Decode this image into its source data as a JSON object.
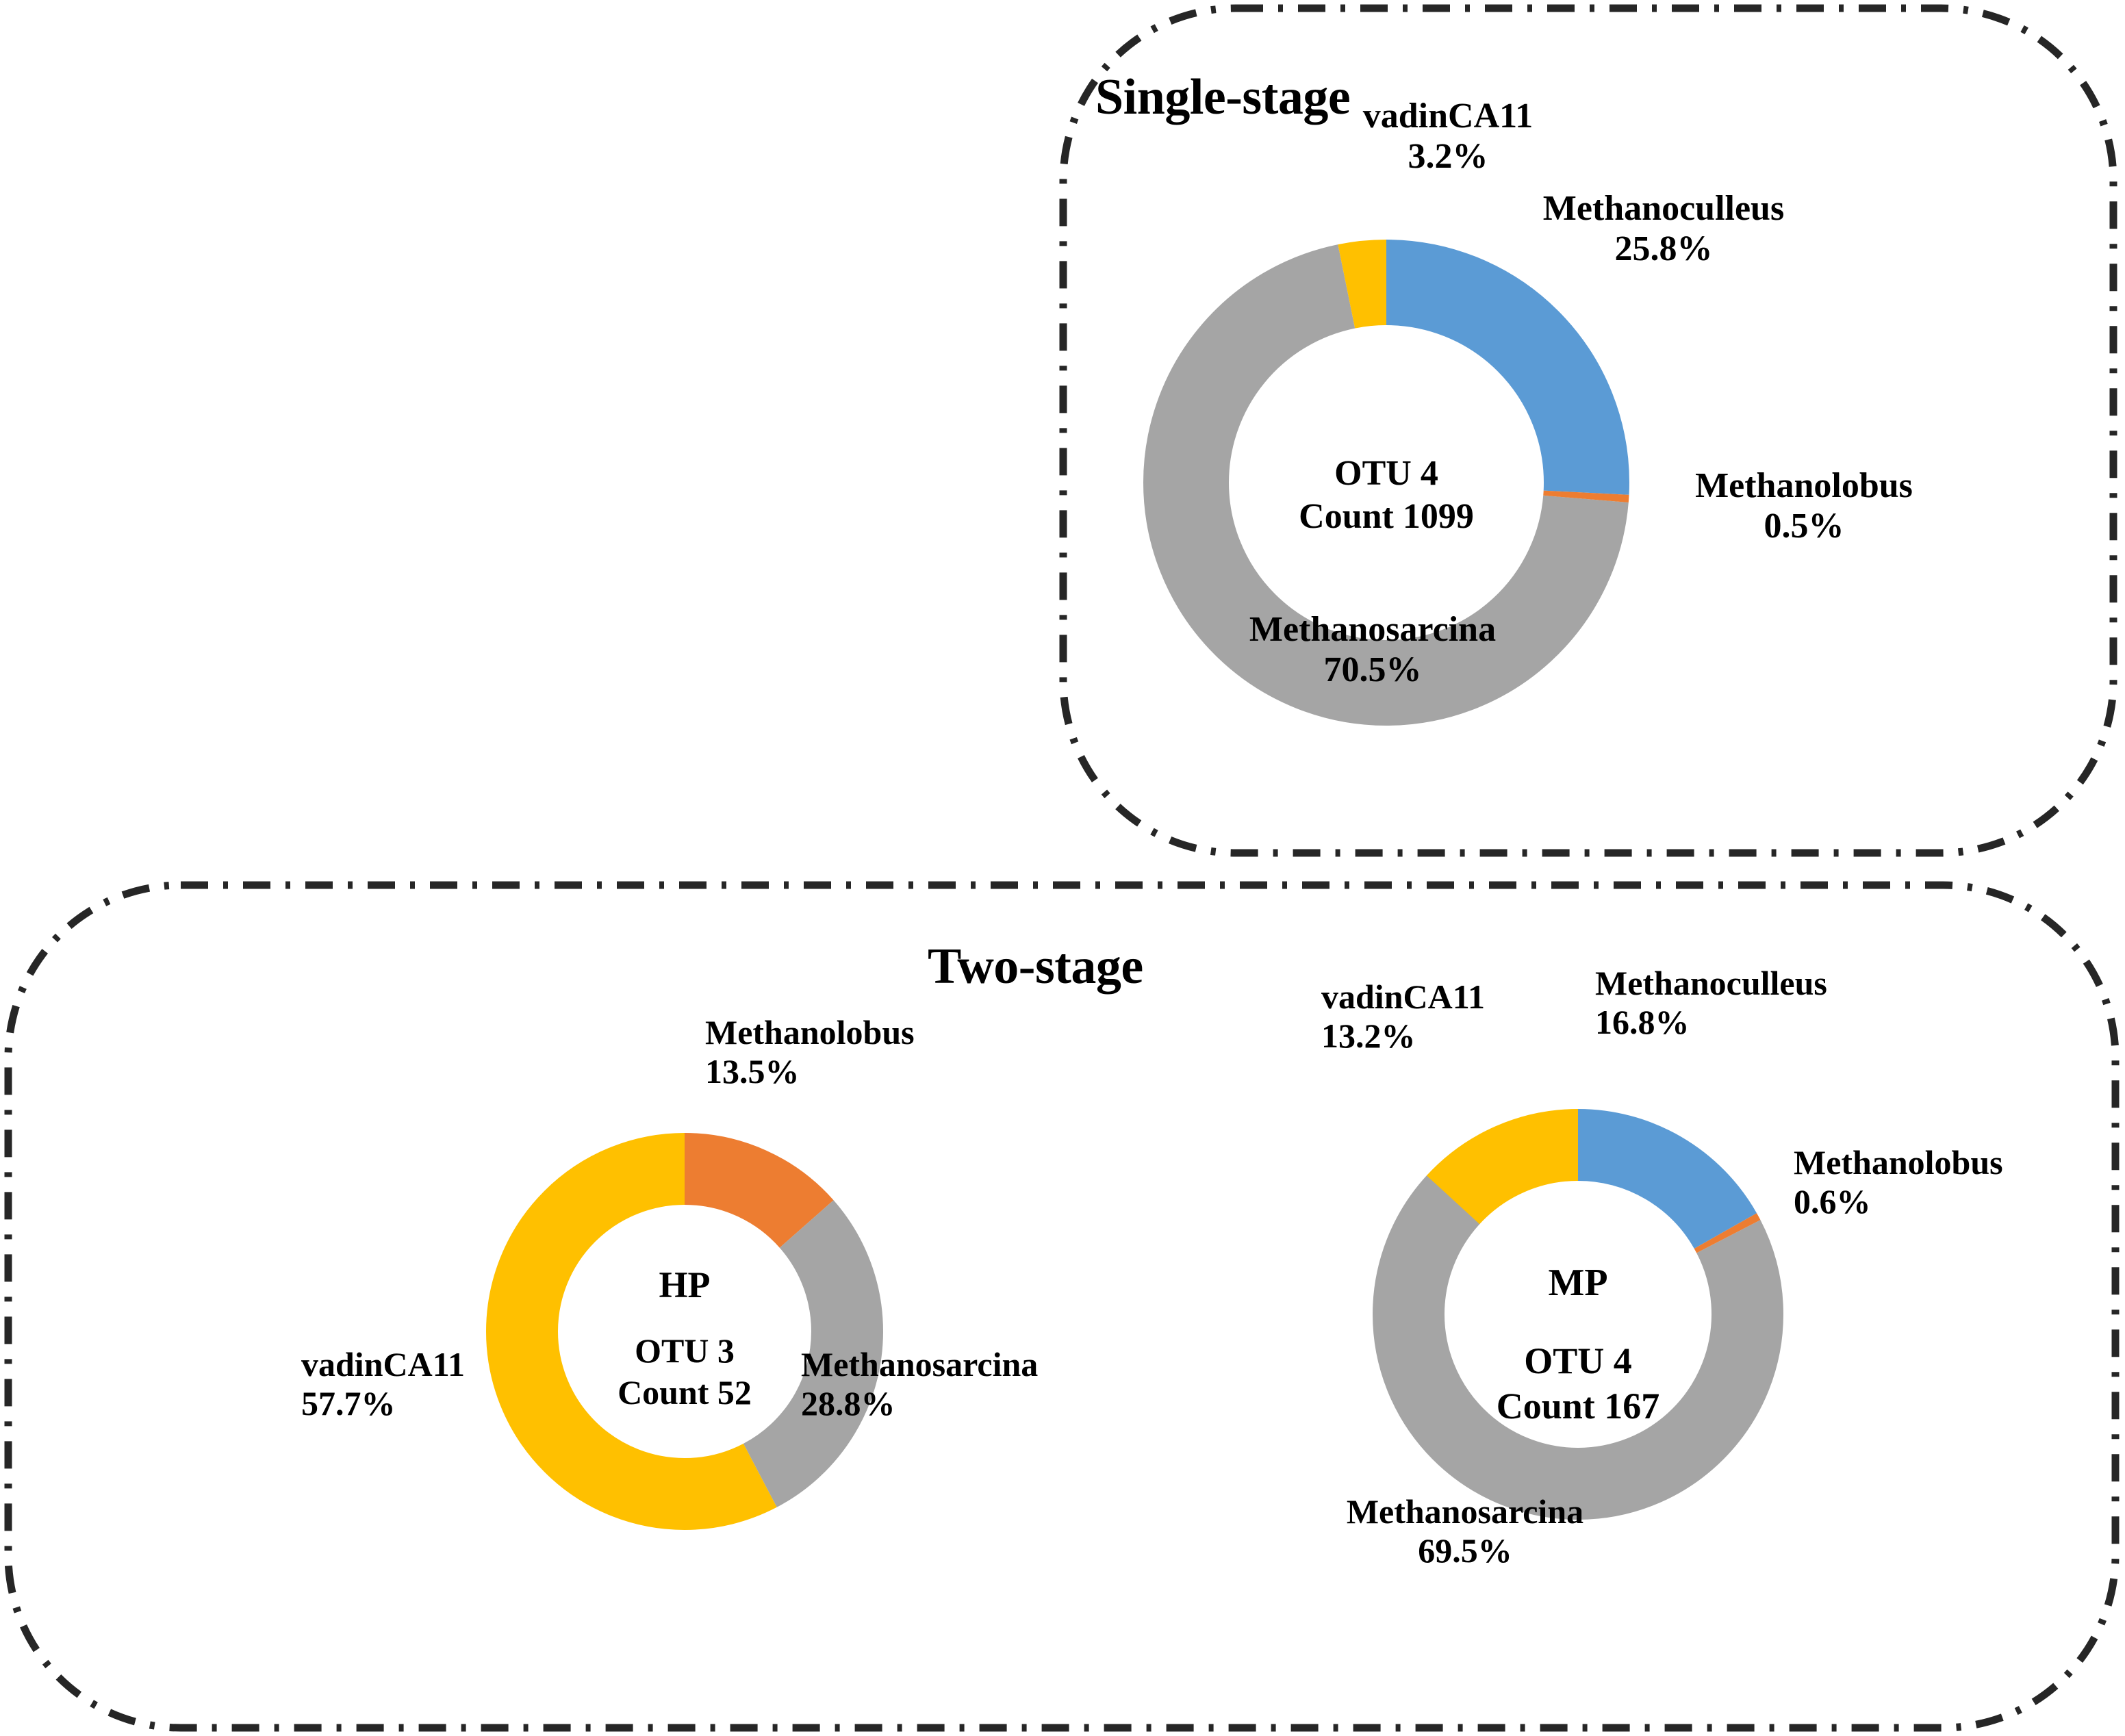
{
  "figure": {
    "background": "#ffffff",
    "panels": [
      {
        "id": "single",
        "title": "Single-stage"
      },
      {
        "id": "two",
        "title": "Two-stage"
      }
    ]
  },
  "palette": {
    "Methanoculleus": "#5B9BD5",
    "Methanolobus": "#ED7D31",
    "Methanosarcina": "#A5A5A5",
    "vadinCA11": "#FFC000",
    "border": "#262626",
    "text": "#000000",
    "hole": "#ffffff"
  },
  "chart_data": [
    {
      "type": "pie",
      "id": "single-stage",
      "panel": "Single-stage",
      "title": "Single-stage",
      "center_lines": [
        "",
        "OTU 4",
        "Count 1099"
      ],
      "otu_label": "OTU 4",
      "count_label": "Count 1099",
      "otu": 4,
      "count": 1099,
      "categories": [
        "Methanoculleus",
        "Methanolobus",
        "Methanosarcina",
        "vadinCA11"
      ],
      "values": [
        25.8,
        0.5,
        70.5,
        3.2
      ],
      "labels": [
        "25.8%",
        "0.5%",
        "70.5%",
        "3.2%"
      ],
      "colors": [
        "#5B9BD5",
        "#ED7D31",
        "#A5A5A5",
        "#FFC000"
      ],
      "start_angle_deg": 0,
      "direction": "clockwise",
      "legend": "none",
      "grid": false
    },
    {
      "type": "pie",
      "id": "two-stage-hp",
      "panel": "Two-stage",
      "title": "HP",
      "center_lines": [
        "HP",
        "OTU 3",
        "Count 52"
      ],
      "otu_label": "OTU 3",
      "count_label": "Count 52",
      "otu": 3,
      "count": 52,
      "categories": [
        "Methanolobus",
        "Methanosarcina",
        "vadinCA11"
      ],
      "values": [
        13.5,
        28.8,
        57.7
      ],
      "labels": [
        "13.5%",
        "28.8%",
        "57.7%"
      ],
      "colors": [
        "#ED7D31",
        "#A5A5A5",
        "#FFC000"
      ],
      "start_angle_deg": 0,
      "direction": "clockwise",
      "legend": "none",
      "grid": false
    },
    {
      "type": "pie",
      "id": "two-stage-mp",
      "panel": "Two-stage",
      "title": "MP",
      "center_lines": [
        "MP",
        "OTU 4",
        "Count 167"
      ],
      "otu_label": "OTU 4",
      "count_label": "Count 167",
      "otu": 4,
      "count": 167,
      "categories": [
        "Methanoculleus",
        "Methanolobus",
        "Methanosarcina",
        "vadinCA11"
      ],
      "values": [
        16.8,
        0.6,
        69.5,
        13.2
      ],
      "labels": [
        "16.8%",
        "0.6%",
        "69.5%",
        "13.2%"
      ],
      "colors": [
        "#5B9BD5",
        "#ED7D31",
        "#A5A5A5",
        "#FFC000"
      ],
      "start_angle_deg": 0,
      "direction": "clockwise",
      "legend": "none",
      "grid": false
    }
  ],
  "single": {
    "title": "Single-stage",
    "center": {
      "name": "",
      "otu": "OTU 4",
      "count": "Count 1099"
    },
    "labels": {
      "vadin_name": "vadinCA11",
      "vadin_pct": "3.2%",
      "culleus_name": "Methanoculleus",
      "culleus_pct": "25.8%",
      "lobus_name": "Methanolobus",
      "lobus_pct": "0.5%",
      "sarcina_name": "Methanosarcina",
      "sarcina_pct": "70.5%"
    }
  },
  "hp": {
    "title": "Two-stage",
    "center": {
      "name": "HP",
      "otu": "OTU 3",
      "count": "Count 52"
    },
    "labels": {
      "lobus_name": "Methanolobus",
      "lobus_pct": "13.5%",
      "sarcina_name": "Methanosarcina",
      "sarcina_pct": "28.8%",
      "vadin_name": "vadinCA11",
      "vadin_pct": "57.7%"
    }
  },
  "mp": {
    "center": {
      "name": "MP",
      "otu": "OTU 4",
      "count": "Count 167"
    },
    "labels": {
      "vadin_name": "vadinCA11",
      "vadin_pct": "13.2%",
      "culleus_name": "Methanoculleus",
      "culleus_pct": "16.8%",
      "lobus_name": "Methanolobus",
      "lobus_pct": "0.6%",
      "sarcina_name": "Methanosarcina",
      "sarcina_pct": "69.5%"
    }
  }
}
